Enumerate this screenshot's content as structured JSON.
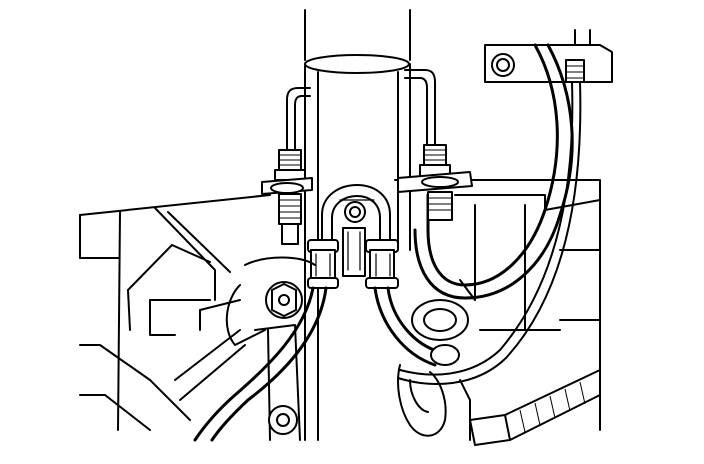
{
  "figure": {
    "background": "#ffffff",
    "ink": "#000000"
  },
  "components": [
    {
      "id": "shock-absorber-strut",
      "icon": "strut"
    },
    {
      "id": "brake-hose-bracket-clip",
      "icon": "u-clip"
    },
    {
      "id": "brake-hose-left",
      "icon": "hose"
    },
    {
      "id": "brake-hose-right",
      "icon": "hose"
    },
    {
      "id": "brake-pipe-fittings",
      "icon": "fitting"
    },
    {
      "id": "wheel-speed-sensor-wire",
      "icon": "wire"
    },
    {
      "id": "lower-bolts",
      "icon": "bolt"
    }
  ]
}
